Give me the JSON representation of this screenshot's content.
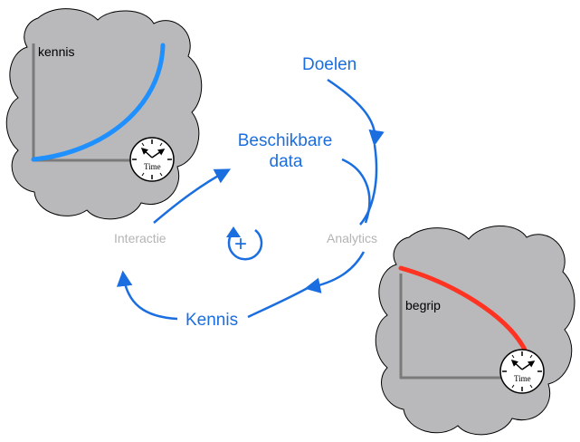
{
  "nodes": {
    "goals": "Doelen",
    "available_data_line1": "Beschikbare",
    "available_data_line2": "data",
    "analytics": "Analytics",
    "interaction": "Interactie",
    "knowledge": "Kennis"
  },
  "loop": {
    "polarity": "+"
  },
  "cloud_left": {
    "axis_label": "kennis",
    "clock_label": "Time",
    "curve": "increasing",
    "curve_color": "#1e90ff"
  },
  "cloud_right": {
    "axis_label": "begrip",
    "clock_label": "Time",
    "curve": "decreasing",
    "curve_color": "#ff3322"
  },
  "colors": {
    "arrow": "#1a6ee0",
    "cloud": "#b9b9bb",
    "inactive_label": "#b4b4b4"
  }
}
